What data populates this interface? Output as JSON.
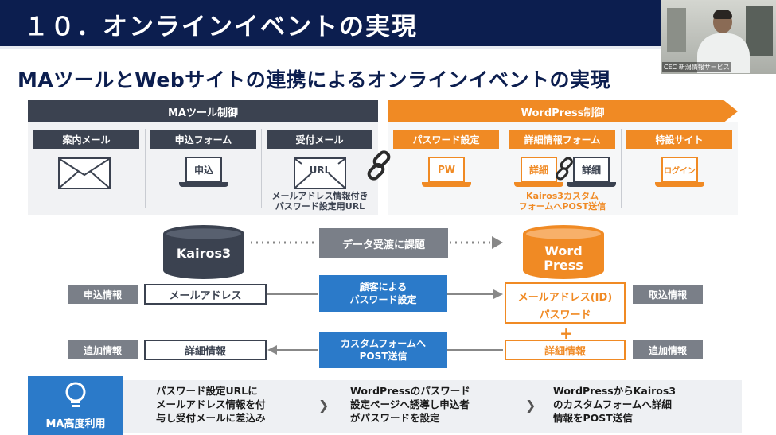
{
  "header": {
    "title": "１０．オンラインイベントの実現"
  },
  "camera": {
    "label": "CEC 新潟情報サービス"
  },
  "subtitle": "MAツールとWebサイトの連携によるオンラインイベントの実現",
  "ma_section": {
    "title": "MAツール制御",
    "steps": [
      {
        "label": "案内メール"
      },
      {
        "label": "申込フォーム",
        "icon_text": "申込"
      },
      {
        "label": "受付メール",
        "icon_text": "URL",
        "note": [
          "メールアドレス情報付き",
          "パスワード設定用URL"
        ]
      }
    ]
  },
  "wp_section": {
    "title": "WordPress制御",
    "steps": [
      {
        "label": "パスワード設定",
        "icon_text": "PW"
      },
      {
        "label": "詳細情報フォーム",
        "icon_texts": [
          "詳細",
          "詳細"
        ],
        "note": [
          "Kairos3カスタム",
          "フォームへPOST送信"
        ]
      },
      {
        "label": "特設サイト",
        "icon_text": "ログイン"
      }
    ]
  },
  "flow": {
    "db_left": "Kairos3",
    "db_right": [
      "Word",
      "Press"
    ],
    "data_issue": "データ受渡に課題",
    "row1": {
      "left_tag": "申込情報",
      "left_box": "メールアドレス",
      "center": [
        "顧客による",
        "パスワード設定"
      ],
      "right_box": [
        "メールアドレス(ID)",
        "パスワード"
      ],
      "right_tag": "取込情報"
    },
    "plus": "+",
    "row2": {
      "left_tag": "追加情報",
      "left_box": "詳細情報",
      "center": [
        "カスタムフォームへ",
        "POST送信"
      ],
      "right_box": "詳細情報",
      "right_tag": "追加情報"
    }
  },
  "footer": {
    "badge": "MA高度利用",
    "steps": [
      [
        "パスワード設定URLに",
        "メールアドレス情報を付",
        "与し受付メールに差込み"
      ],
      [
        "WordPressのパスワード",
        "設定ページへ誘導し申込者",
        "がパスワードを設定"
      ],
      [
        "WordPressからKairos3",
        "のカスタムフォームへ詳細",
        "情報をPOST送信"
      ]
    ],
    "chevron": "❯"
  },
  "colors": {
    "navy": "#0c1e4f",
    "dark": "#3b4250",
    "orange": "#f08a24",
    "blue": "#2b7ac9",
    "gray": "#7a7f88"
  },
  "icons": [
    "envelope-icon",
    "laptop-icon",
    "chain-link-icon",
    "database-icon",
    "lightbulb-icon",
    "arrow-icon"
  ]
}
